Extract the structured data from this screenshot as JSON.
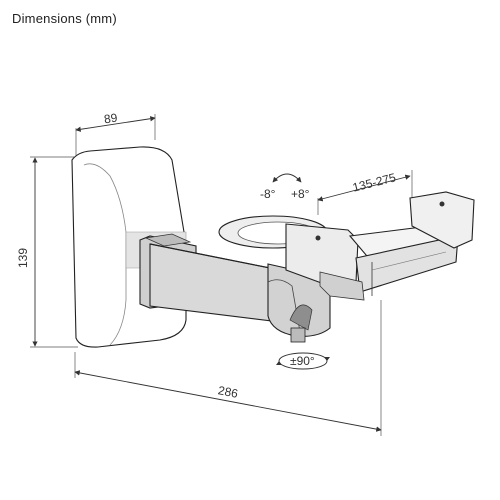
{
  "caption": "Dimensions (mm)",
  "dimensions": {
    "width_top": "89",
    "height_left": "139",
    "tilt_left": "-8°",
    "tilt_right": "+8°",
    "swivel": "±90°",
    "arm_range": "135-275",
    "length_bottom": "286"
  }
}
